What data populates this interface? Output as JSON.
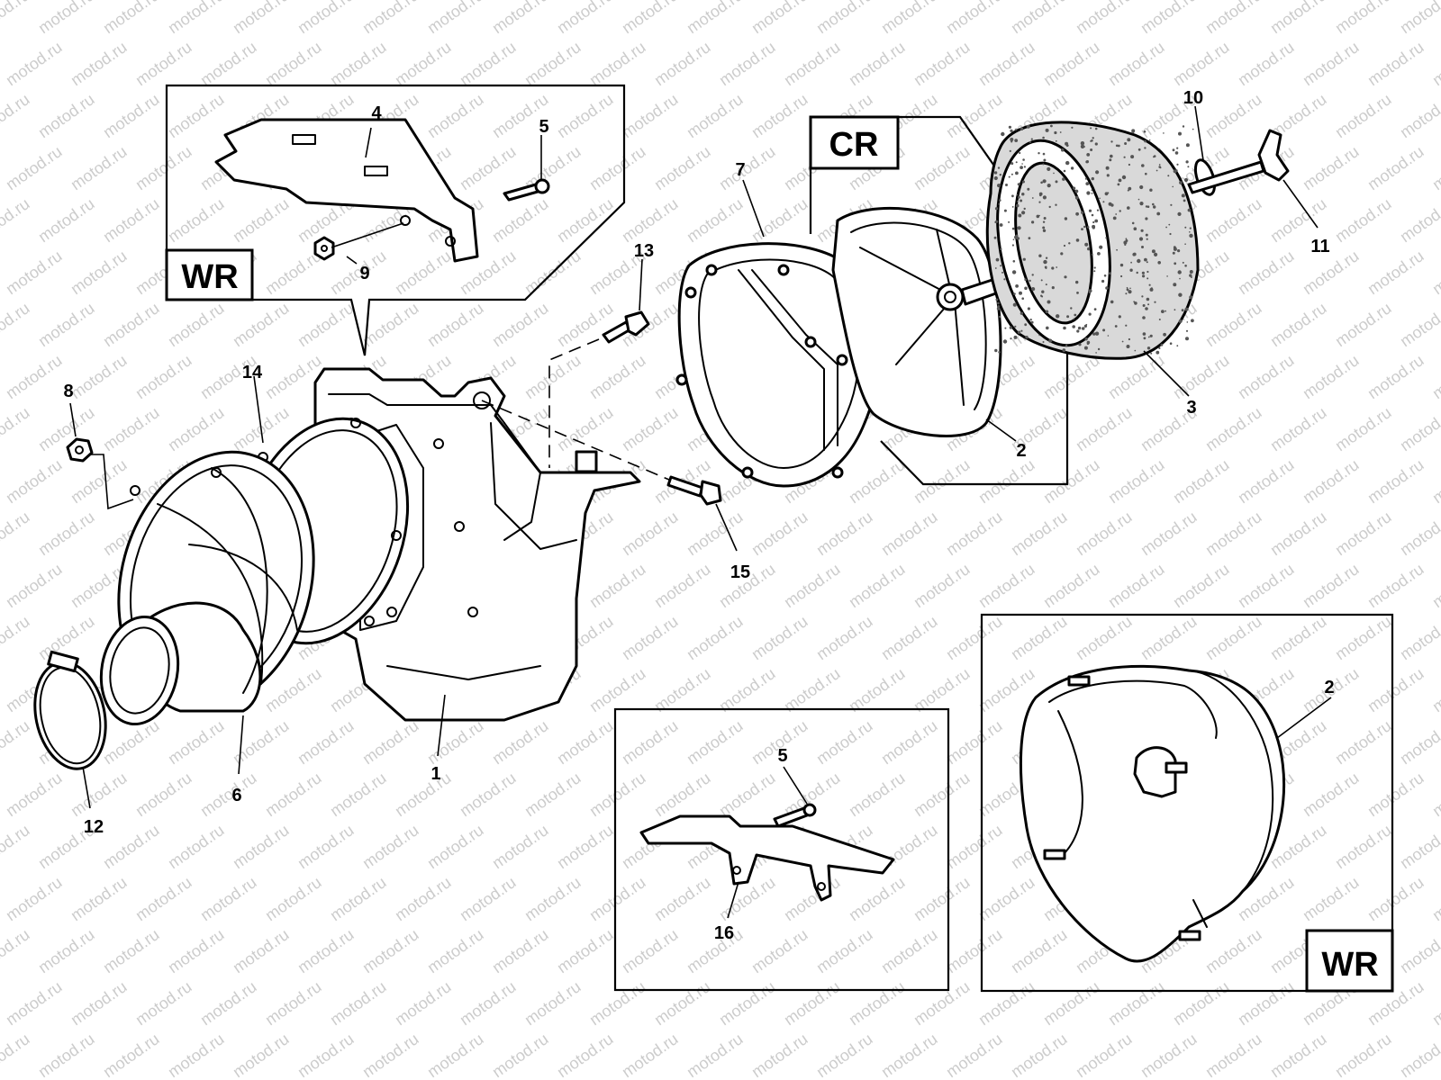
{
  "watermark": "motod.ru",
  "badges": {
    "wr_top": "WR",
    "cr": "CR",
    "wr_bottom": "WR"
  },
  "callouts": {
    "c1": "1",
    "c2": "2",
    "c2b": "2",
    "c3": "3",
    "c4": "4",
    "c5": "5",
    "c5b": "5",
    "c6": "6",
    "c7": "7",
    "c8": "8",
    "c9": "9",
    "c10": "10",
    "c11": "11",
    "c12": "12",
    "c13": "13",
    "c14": "14",
    "c15": "15",
    "c16": "16"
  },
  "colors": {
    "line": "#000000",
    "background": "#ffffff",
    "watermark": "#cccccc"
  }
}
